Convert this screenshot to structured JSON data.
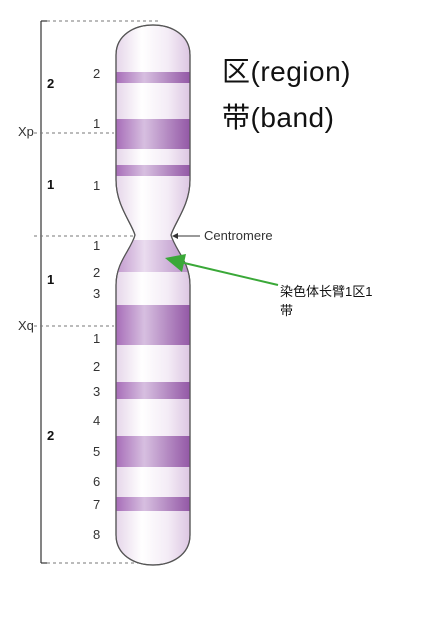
{
  "legend": {
    "region_text": "区(region)",
    "band_text": "带(band)"
  },
  "arms": {
    "short": "Xp",
    "long": "Xq"
  },
  "centromere_label": "Centromere",
  "annotation": {
    "line1": "染色体长臂1区1",
    "line2": "带"
  },
  "p_regions": [
    "2",
    "1"
  ],
  "q_regions": [
    "1",
    "2"
  ],
  "p_bands": [
    "2",
    "1",
    "1"
  ],
  "q_bands": [
    "1",
    "2",
    "3",
    "1",
    "2",
    "3",
    "4",
    "5",
    "6",
    "7",
    "8"
  ],
  "colors": {
    "band_dark": "#8e4aa0",
    "band_light": "#c9a6d2",
    "body_fill": "#f3eaf5",
    "outline": "#555555",
    "arrow_green": "#3aa838"
  }
}
